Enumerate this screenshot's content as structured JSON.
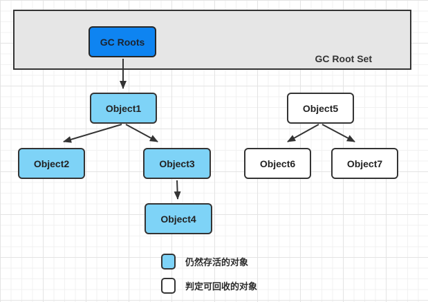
{
  "diagram": {
    "root_set_label": "GC Root Set",
    "nodes": [
      {
        "id": "gc-roots",
        "label": "GC Roots",
        "type": "gc-root"
      },
      {
        "id": "object1",
        "label": "Object1",
        "type": "alive"
      },
      {
        "id": "object2",
        "label": "Object2",
        "type": "alive"
      },
      {
        "id": "object3",
        "label": "Object3",
        "type": "alive"
      },
      {
        "id": "object4",
        "label": "Object4",
        "type": "alive"
      },
      {
        "id": "object5",
        "label": "Object5",
        "type": "recyclable"
      },
      {
        "id": "object6",
        "label": "Object6",
        "type": "recyclable"
      },
      {
        "id": "object7",
        "label": "Object7",
        "type": "recyclable"
      }
    ],
    "edges": [
      {
        "from": "GC Roots",
        "to": "Object1"
      },
      {
        "from": "Object1",
        "to": "Object2"
      },
      {
        "from": "Object1",
        "to": "Object3"
      },
      {
        "from": "Object3",
        "to": "Object4"
      },
      {
        "from": "Object5",
        "to": "Object6"
      },
      {
        "from": "Object5",
        "to": "Object7"
      }
    ],
    "legend": [
      {
        "type": "alive",
        "label": "仍然存活的对象"
      },
      {
        "type": "recyclable",
        "label": "判定可回收的对象"
      }
    ],
    "colors": {
      "gc_root_fill": "#0e84f1",
      "alive_fill": "#7ed3f7",
      "recyclable_fill": "#ffffff",
      "stroke": "#333333",
      "root_set_fill": "#e6e6e6"
    }
  }
}
